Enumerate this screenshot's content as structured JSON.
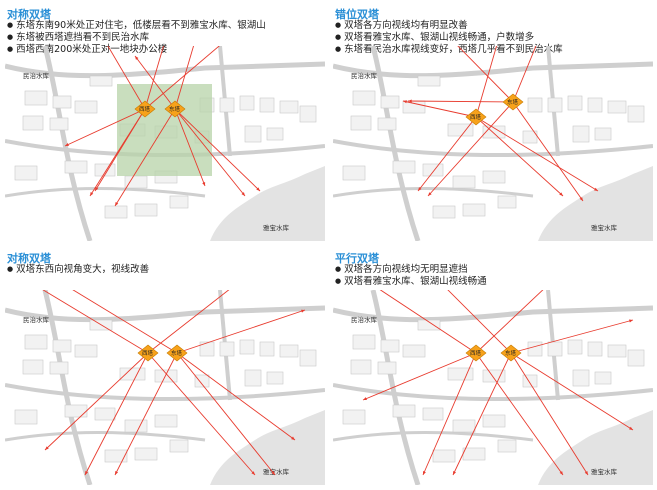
{
  "colors": {
    "title": "#2a8fd6",
    "sightline": "#e83b2e",
    "tower_fill": "#f7a21b",
    "water": "#e3e3e3",
    "road": "#cfcfcf",
    "building": "#f2f2f2"
  },
  "panels": [
    {
      "title": "对称双塔",
      "bullets": [
        "东塔东南90米处正对住宅，低楼层看不到雅宝水库、银湖山",
        "东塔被西塔遮挡看不到民治水库",
        "西塔西南200米处正对一地块办公楼"
      ],
      "label_nw": "民治水库",
      "label_se": "雅宝水库",
      "tower_west": "西塔",
      "tower_east": "东塔"
    },
    {
      "title": "错位双塔",
      "bullets": [
        "双塔各方向视线均有明显改善",
        "双塔看雅宝水库、银湖山视线畅通，户数增多",
        "东塔看民治水库视线变好，西塔几乎看不到民治水库"
      ],
      "label_nw": "民治水库",
      "label_se": "雅宝水库",
      "tower_west": "西塔",
      "tower_east": "东塔"
    },
    {
      "title": "对称双塔",
      "bullets": [
        "双塔东西向视角变大，视线改善"
      ],
      "label_nw": "民治水库",
      "label_se": "雅宝水库",
      "tower_west": "西塔",
      "tower_east": "东塔"
    },
    {
      "title": "平行双塔",
      "bullets": [
        "双塔各方向视线均无明显遮挡",
        "双塔看雅宝水库、银湖山视线畅通"
      ],
      "label_nw": "民治水库",
      "label_se": "雅宝水库",
      "tower_west": "西塔",
      "tower_east": "东塔"
    }
  ]
}
